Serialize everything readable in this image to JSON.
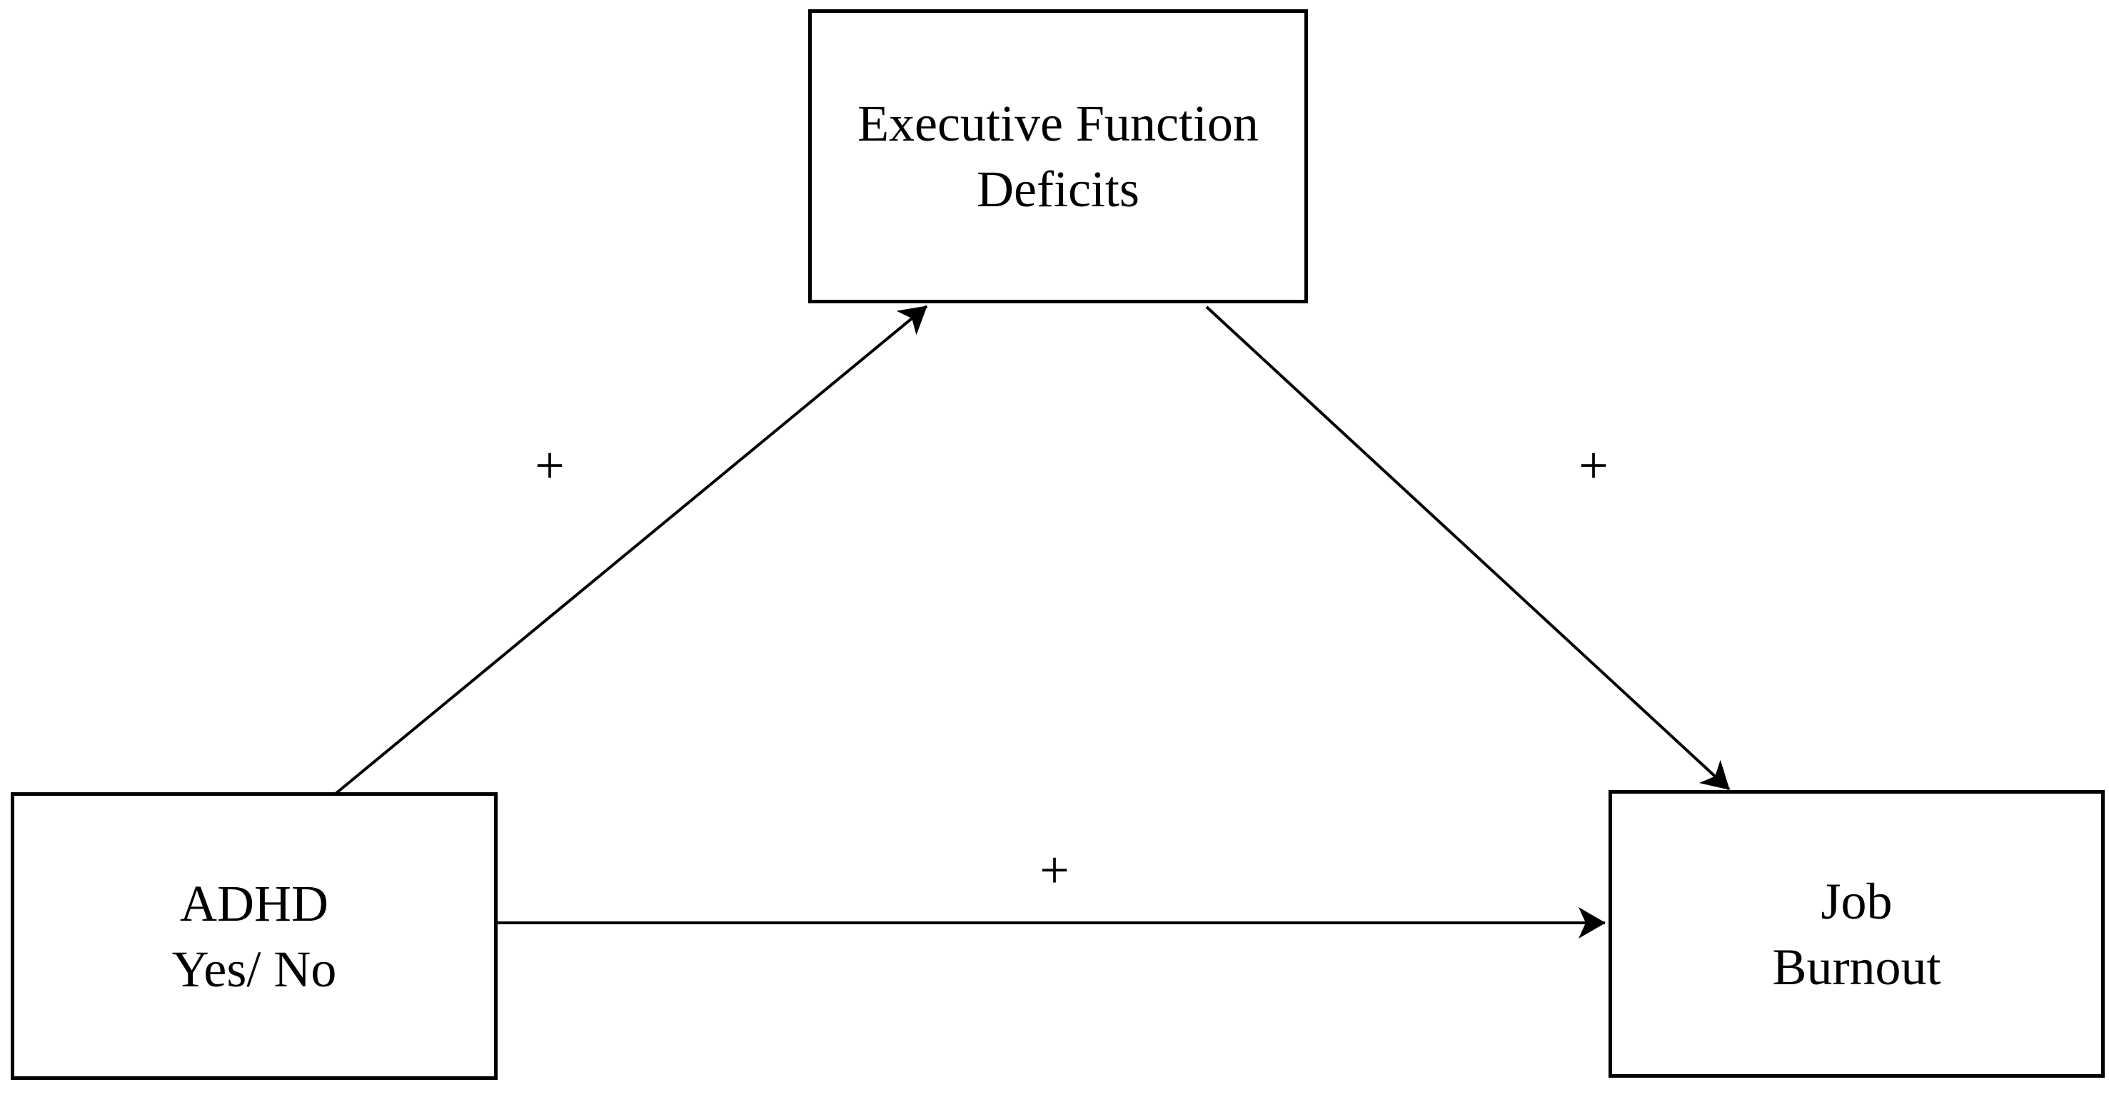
{
  "diagram": {
    "title": "ADHD - Executive Function Deficits - Job Burnout mediation model",
    "background_color": "#ffffff",
    "line_color": "#000000",
    "nodes": [
      {
        "id": "executive-function-deficits",
        "lines": [
          "Executive Function",
          "Deficits"
        ]
      },
      {
        "id": "adhd",
        "lines": [
          "ADHD",
          "Yes/ No"
        ]
      },
      {
        "id": "job-burnout",
        "lines": [
          "Job",
          "Burnout"
        ]
      }
    ],
    "edges": [
      {
        "from": "adhd",
        "to": "executive-function-deficits",
        "label": "+"
      },
      {
        "from": "executive-function-deficits",
        "to": "job-burnout",
        "label": "+"
      },
      {
        "from": "adhd",
        "to": "job-burnout",
        "label": "+"
      }
    ]
  }
}
